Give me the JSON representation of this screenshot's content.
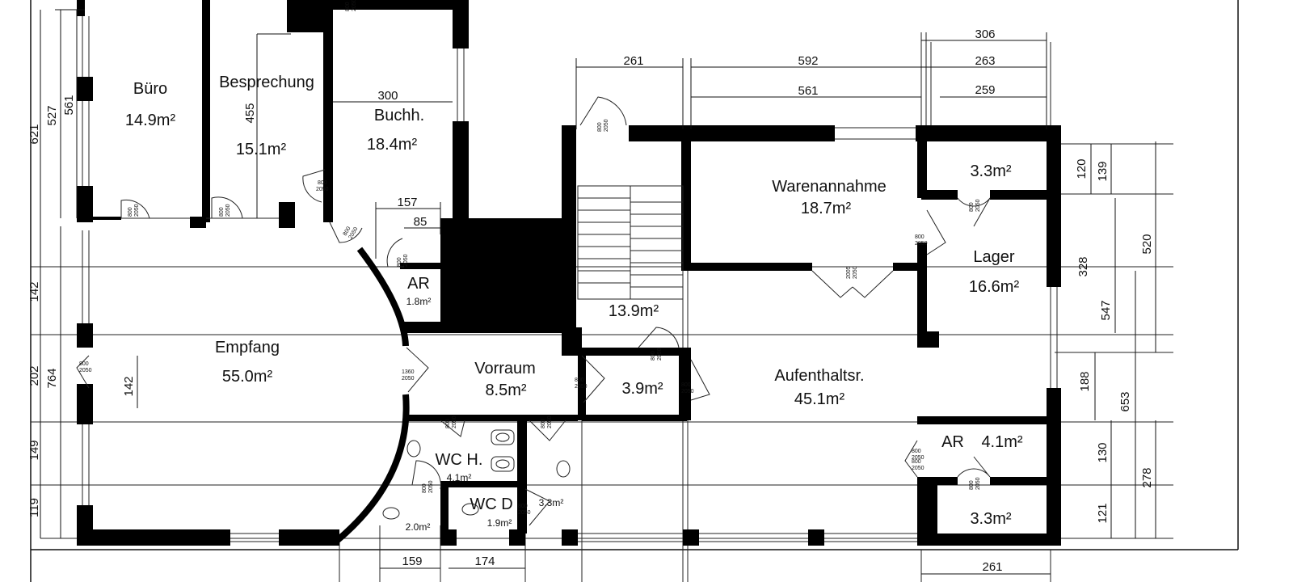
{
  "rooms": [
    {
      "id": "buero",
      "name": "Büro",
      "area": "14.9m²"
    },
    {
      "id": "besprechung",
      "name": "Besprechung",
      "area": "15.1m²"
    },
    {
      "id": "buchh",
      "name": "Buchh.",
      "area": "18.4m²"
    },
    {
      "id": "ar-top",
      "name": "AR",
      "area": "1.8m²"
    },
    {
      "id": "empfang",
      "name": "Empfang",
      "area": "55.0m²"
    },
    {
      "id": "vorraum",
      "name": "Vorraum",
      "area": "8.5m²"
    },
    {
      "id": "stair",
      "name": "",
      "area": "13.9m²"
    },
    {
      "id": "small-39",
      "name": "",
      "area": "3.9m²"
    },
    {
      "id": "warenannahme",
      "name": "Warenannahme",
      "area": "18.7m²"
    },
    {
      "id": "aufenthaltsr",
      "name": "Aufenthaltsr.",
      "area": "45.1m²"
    },
    {
      "id": "store-top",
      "name": "",
      "area": "3.3m²"
    },
    {
      "id": "lager",
      "name": "Lager",
      "area": "16.6m²"
    },
    {
      "id": "ar-right",
      "name": "AR",
      "area": "4.1m²"
    },
    {
      "id": "store-bottom",
      "name": "",
      "area": "3.3m²"
    },
    {
      "id": "wc-h",
      "name": "WC H.",
      "area": "4.1m²"
    },
    {
      "id": "wc-d",
      "name": "WC D",
      "area": "1.9m²"
    },
    {
      "id": "wc-small",
      "name": "",
      "area": "3.3m²"
    },
    {
      "id": "wc-2",
      "name": "",
      "area": "2.0m²"
    }
  ],
  "dimensions": {
    "top": [
      "261",
      "592",
      "561",
      "306",
      "263",
      "259"
    ],
    "buchh": [
      "300",
      "157",
      "85"
    ],
    "besprechung_height": "455",
    "left": [
      "621",
      "527",
      "561",
      "142",
      "202",
      "764",
      "142",
      "149",
      "119"
    ],
    "right": [
      "120",
      "139",
      "328",
      "520",
      "547",
      "188",
      "653",
      "130",
      "278",
      "121"
    ],
    "bottom": [
      "159",
      "174",
      "261"
    ]
  },
  "doors": [
    {
      "id": "d1",
      "w": "800",
      "h": "2050"
    },
    {
      "id": "d2",
      "w": "800",
      "h": "2050"
    },
    {
      "id": "d3",
      "w": "800",
      "h": "2050"
    },
    {
      "id": "d4",
      "w": "800",
      "h": "2050"
    },
    {
      "id": "d5",
      "w": "800",
      "h": "2050"
    },
    {
      "id": "d6",
      "w": "800",
      "h": "2050"
    },
    {
      "id": "d7",
      "w": "800",
      "h": "2050"
    },
    {
      "id": "d8",
      "w": "800",
      "h": "2050"
    },
    {
      "id": "d9",
      "w": "1360",
      "h": "2050"
    },
    {
      "id": "d10",
      "w": "800",
      "h": "2050"
    },
    {
      "id": "d11",
      "w": "800",
      "h": "2050"
    },
    {
      "id": "d12",
      "w": "800",
      "h": "2050"
    },
    {
      "id": "d13",
      "w": "800",
      "h": "2050"
    },
    {
      "id": "d14",
      "w": "2005",
      "h": "2050"
    },
    {
      "id": "d15",
      "w": "800",
      "h": "2050"
    },
    {
      "id": "d16",
      "w": "800",
      "h": "2050"
    },
    {
      "id": "d17",
      "w": "800",
      "h": "2050"
    },
    {
      "id": "d18",
      "w": "800",
      "h": "2050"
    },
    {
      "id": "d19",
      "w": "800",
      "h": "2050"
    },
    {
      "id": "d20",
      "w": "800",
      "h": "2050"
    },
    {
      "id": "d21",
      "w": "800",
      "h": "2050"
    },
    {
      "id": "d22",
      "w": "800",
      "h": "2050"
    }
  ]
}
